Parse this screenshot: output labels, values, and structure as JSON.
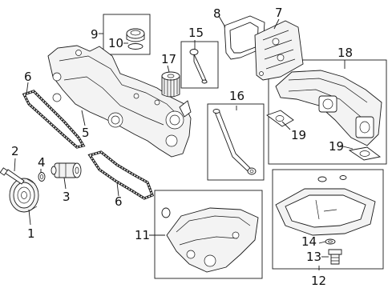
{
  "callouts": {
    "c1": "1",
    "c2": "2",
    "c3": "3",
    "c4": "4",
    "c5": "5",
    "c6a": "6",
    "c6b": "6",
    "c7": "7",
    "c8": "8",
    "c9": "9",
    "c10": "10",
    "c11": "11",
    "c12": "12",
    "c13": "13",
    "c14": "14",
    "c15": "15",
    "c16": "16",
    "c17": "17",
    "c18": "18",
    "c19a": "19",
    "c19b": "19"
  }
}
